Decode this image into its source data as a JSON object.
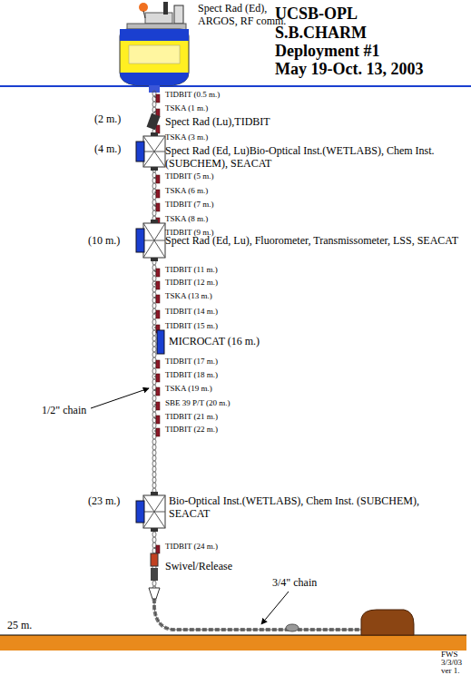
{
  "diagram": {
    "title": "UCSB-OPL",
    "labels": [
      "S.B.CHARM",
      "Deployment #1",
      "May 19-Oct. 13, 2003",
      "Spect Rad (Ed),",
      "ARGOS, RF comm.",
      "TIDBIT (0.5 m.)",
      "TSKA (1 m.)",
      "(2 m.)",
      "Spect Rad (Lu),TIDBIT",
      "TSKA (3 m.)",
      "(4 m.)",
      "Spect Rad (Ed, Lu)Bio-Optical Inst.(WETLABS), Chem Inst. (SUBCHEM), SEACAT",
      "TIDBIT (5 m.)",
      "TSKA (6 m.)",
      "TIDBIT (7 m.)",
      "TSKA (8 m.)",
      "TIDBIT (9 m.)",
      "(10 m.)",
      "Spect Rad (Ed, Lu), Fluorometer, Transmissometer, LSS, SEACAT",
      "TIDBIT (11 m.)",
      "TIDBIT (12 m.)",
      "TSKA (13 m.)",
      "TIDBIT (14 m.)",
      "TIDBIT (15 m.)",
      "MICROCAT (16 m.)",
      "TIDBIT (17 m.)",
      "TIDBIT (18 m.)",
      "TSKA (19 m.)",
      "SBE 39 P/T (20 m.)",
      "TIDBIT (21 m.)",
      "TIDBIT (22 m.)",
      "1/2\" chain",
      "(23 m.)",
      "Bio-Optical Inst.(WETLABS), Chem Inst. (SUBCHEM), SEACAT",
      "TIDBIT (24 m.)",
      "Swivel/Release",
      "3/4\" chain",
      "25 m.",
      "FWS",
      "3/3/03",
      "ver 1."
    ]
  }
}
